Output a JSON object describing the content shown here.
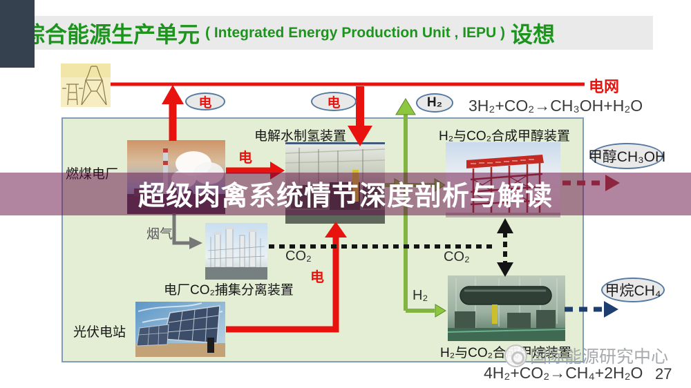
{
  "title": {
    "cn_left": "综合能源生产单元",
    "en": "( Integrated Energy Production Unit , IEPU )",
    "cn_right": "设想"
  },
  "grid_label": "电网",
  "equations": {
    "methanol": "3H₂+CO₂→CH₃OH+H₂O",
    "methane": "4H₂+CO₂→CH₄+2H₂O"
  },
  "badges": {
    "elec_badge_1": "电",
    "elec_badge_2": "电",
    "h2_top": "H₂",
    "methanol_product": "甲醇CH₃OH",
    "methane_product": "甲烷CH₄"
  },
  "flow_labels": {
    "elec_coal_to_electrolysis": "电",
    "elec_pv_to_electrolysis": "电",
    "flue_gas": "烟气",
    "co2_left": "CO₂",
    "co2_right": "CO₂",
    "h2_lower": "H₂"
  },
  "devices": {
    "coal_plant": "燃煤电厂",
    "pv_station": "光伏电站",
    "electrolysis": "电解水制氢装置",
    "methanol_unit": "H₂与CO₂合成甲醇装置",
    "capture_unit": "电厂CO₂捕集分离装置",
    "methane_unit": "H₂与CO₂合成甲烷装置"
  },
  "overlay": {
    "text": "超级肉禽系统情节深度剖析与解读"
  },
  "watermark": {
    "text": "国际能源研究中心"
  },
  "page_number": "27",
  "colors": {
    "accent_red": "#e8120e",
    "green_arrow": "#82b440",
    "navy_dash": "#1d3e6f",
    "brick_dash": "#b5433d",
    "black_dash": "#141414",
    "flue_gray": "#777777",
    "title_green": "#1d941d",
    "box_fill": "#e3eed4",
    "box_border": "#7f9db9",
    "overlay_tint": "rgba(99,10,66,0.5)",
    "navy_block": "#36414f"
  }
}
